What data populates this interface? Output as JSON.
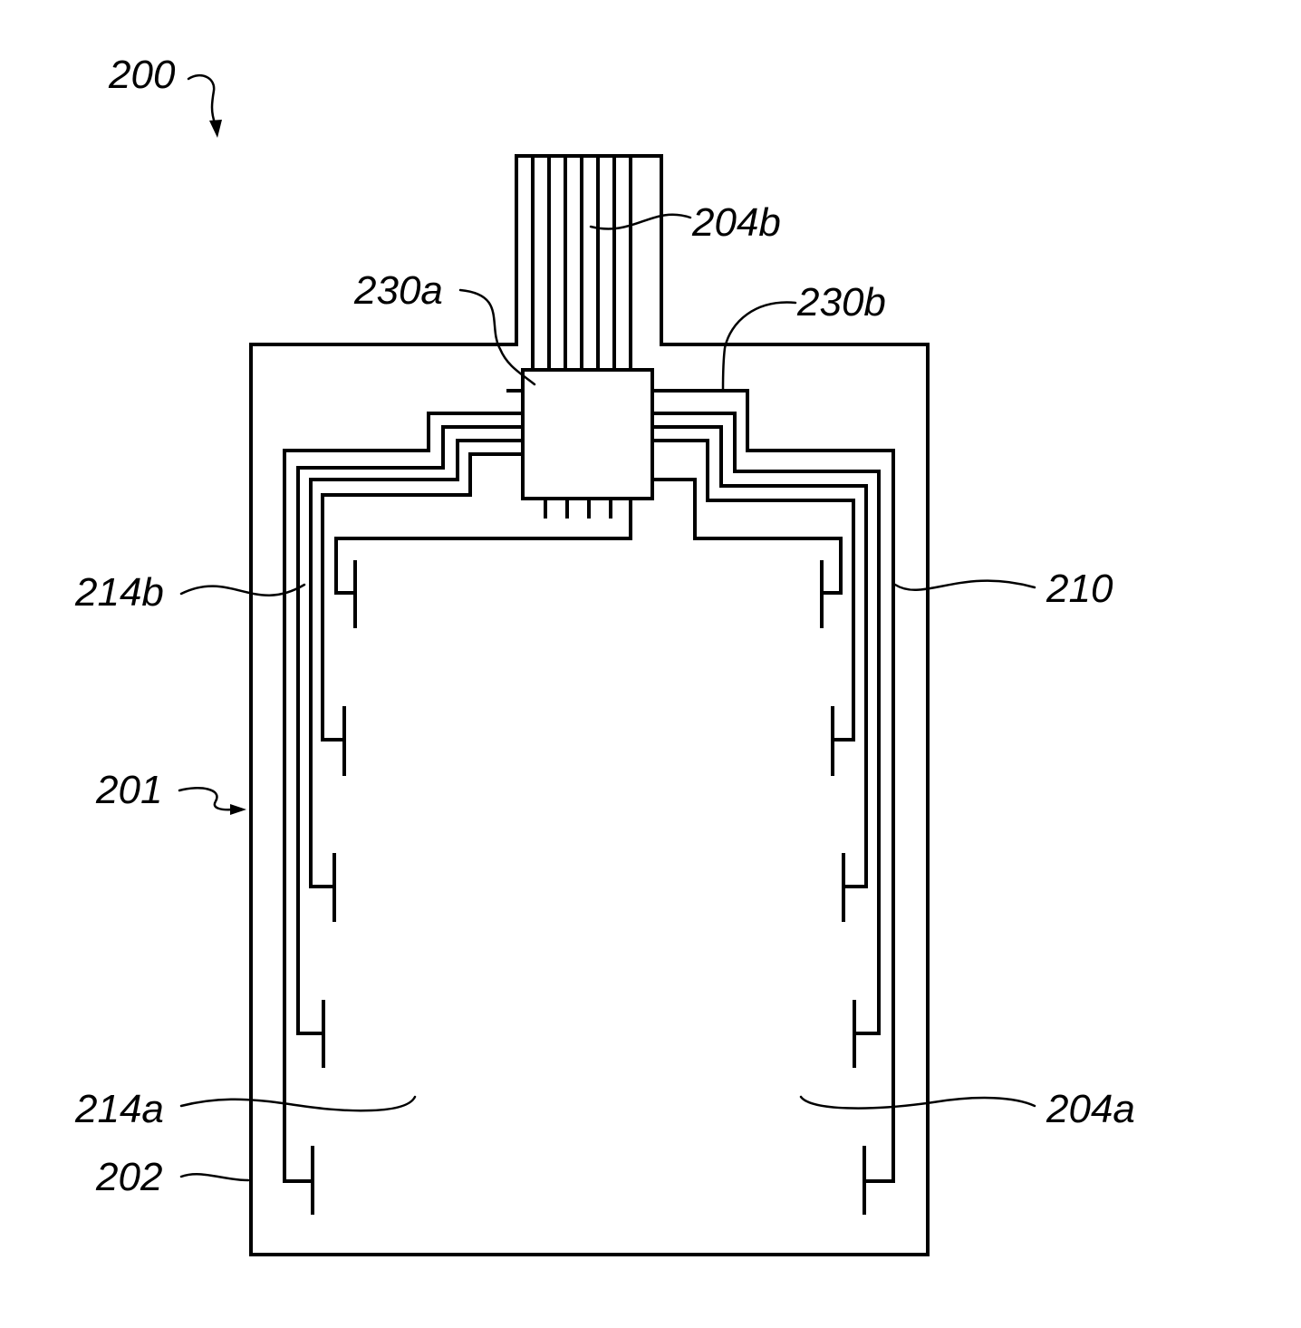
{
  "figure": {
    "ref_numerals": {
      "device": "200",
      "surface": "201",
      "substrate": "202",
      "flex_traces": "204b",
      "chip_pin_left": "230a",
      "chip_pin_right": "230b",
      "left_traces": "214b",
      "right_trace": "210",
      "left_electrodes": "214a",
      "right_electrodes": "204a"
    }
  }
}
